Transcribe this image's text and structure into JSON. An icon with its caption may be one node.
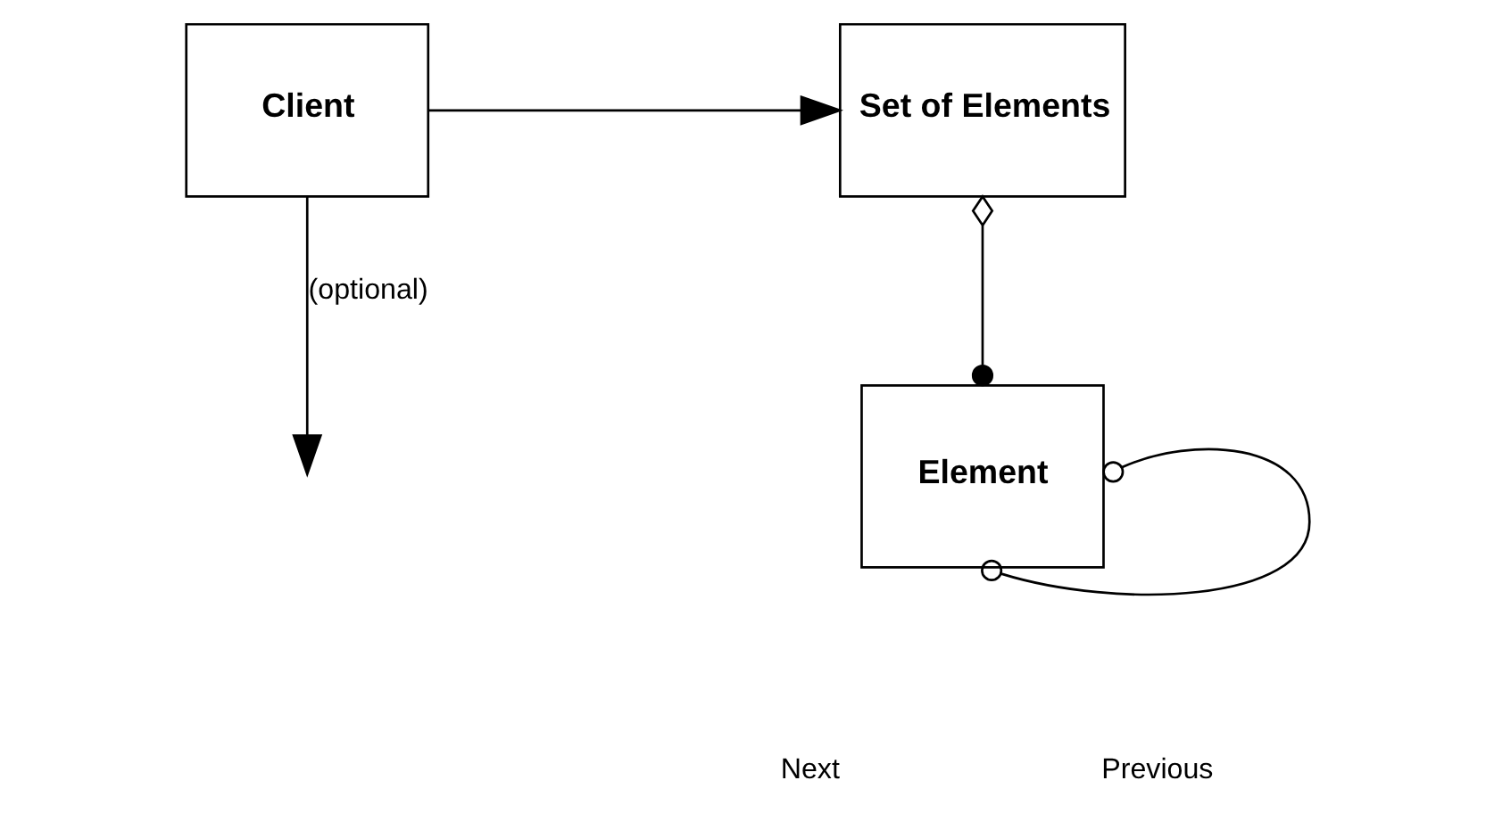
{
  "diagram": {
    "nodes": [
      {
        "text": [
          "Set of Elements"
        ]
      },
      {
        "text": [
          "Client"
        ]
      },
      {
        "text": [
          "Element"
        ]
      }
    ],
    "edges": [
      {
        "from": 1,
        "to": 0,
        "arrow": "to"
      },
      {
        "from": 1,
        "to": null,
        "arrow": "to",
        "label": "(optional)"
      },
      {
        "from": 0,
        "to": 2,
        "arrow": "other"
      },
      {
        "from": 2,
        "to": 2,
        "arrow": "other"
      }
    ],
    "labels": [
      "Next",
      "Previous"
    ]
  }
}
